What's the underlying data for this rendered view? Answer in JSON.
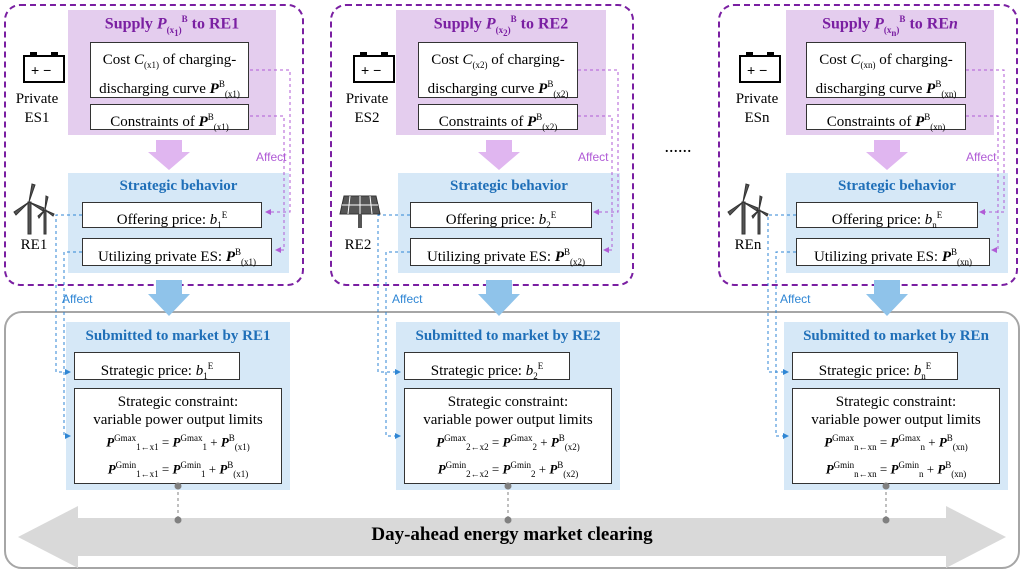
{
  "groups": [
    {
      "supply_title": "Supply P(x1)B to RE1",
      "cost_text": "Cost C(x1) of charging-discharging curve P(x1)B",
      "constraints_text": "Constraints of P(x1)B",
      "es_label": "Private",
      "es_name": "ES1",
      "re_name": "RE1",
      "re_icon": "wind-turbine-icon",
      "strategic_title": "Strategic behavior",
      "offering_text": "Offering price: b1E",
      "utilizing_text": "Utilizing private ES: P(x1)B",
      "submitted_title": "Submitted to market by RE1",
      "strategic_price_text": "Strategic price: b1E",
      "constraint_line1": "Strategic constraint:",
      "constraint_line2": "variable power output limits",
      "gmax_eq": "P1←x1Gmax = P1Gmax + P(x1)B",
      "gmin_eq": "P1←x1Gmin = P1Gmin + P(x1)B"
    },
    {
      "supply_title": "Supply P(x2)B to RE2",
      "cost_text": "Cost C(x2) of charging-discharging curve P(x2)B",
      "constraints_text": "Constraints of P(x2)B",
      "es_label": "Private",
      "es_name": "ES2",
      "re_name": "RE2",
      "re_icon": "solar-panel-icon",
      "strategic_title": "Strategic behavior",
      "offering_text": "Offering price: b2E",
      "utilizing_text": "Utilizing private ES: P(x2)B",
      "submitted_title": "Submitted to market by RE2",
      "strategic_price_text": "Strategic price: b2E",
      "constraint_line1": "Strategic constraint:",
      "constraint_line2": "variable power output limits",
      "gmax_eq": "P2←x2Gmax = P2Gmax + P(x2)B",
      "gmin_eq": "P2←x2Gmin = P2Gmin + P(x2)B"
    },
    {
      "supply_title": "Supply P(xn)B to REn",
      "cost_text": "Cost C(xn) of charging-discharging curve P(xn)B",
      "constraints_text": "Constraints of P(xn)B",
      "es_label": "Private",
      "es_name": "ESn",
      "re_name": "REn",
      "re_icon": "wind-turbine-icon",
      "strategic_title": "Strategic behavior",
      "offering_text": "Offering price: bnE",
      "utilizing_text": "Utilizing private ES: P(xn)B",
      "submitted_title": "Submitted to market by REn",
      "strategic_price_text": "Strategic price: bnE",
      "constraint_line1": "Strategic constraint:",
      "constraint_line2": "variable power output limits",
      "gmax_eq": "Pn←xnGmax = PnGmax + P(xn)B",
      "gmin_eq": "Pn←xnGmin = PnGmin + P(xn)B"
    }
  ],
  "affect_label": "Affect",
  "ellipsis": "......",
  "clearing_label": "Day-ahead energy market clearing",
  "colors": {
    "purple_border": "#7a1fa2",
    "purple_fill": "#e4cdee",
    "blue_title": "#1f6fb8",
    "blue_fill": "#d6e8f7",
    "blue_arrow": "#8fc3ea",
    "purple_arrow": "#e0b6f0",
    "grey_arrow": "#d9d9d9"
  }
}
